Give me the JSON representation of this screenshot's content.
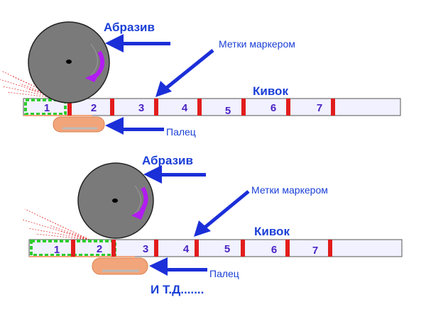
{
  "colors": {
    "label_blue": "#1a3fd6",
    "arrow_blue": "#1b2fd8",
    "marker_red": "#e21c1c",
    "number_purple": "#4a23c4",
    "rotation_purple": "#b21cf2",
    "wheel_gray": "#7a7a7a",
    "strip_fill": "#f1f1ff",
    "finger_orange": "#f2a57a",
    "green_dots": "#2ecc2e",
    "sparks": "#e43c3c"
  },
  "panel_top": {
    "abrasive_label": "Абразив",
    "markers_label": "Метки маркером",
    "kivok_label": "Кивок",
    "finger_label": "Палец",
    "segment_numbers": [
      "1",
      "2",
      "3",
      "4",
      "5",
      "6",
      "7"
    ]
  },
  "panel_bottom": {
    "abrasive_label": "Абразив",
    "markers_label": "Метки маркером",
    "kivok_label": "Кивок",
    "finger_label": "Палец",
    "segment_numbers": [
      "1",
      "2",
      "3",
      "4",
      "5",
      "6",
      "7"
    ],
    "etc_label": "И Т.Д......."
  }
}
